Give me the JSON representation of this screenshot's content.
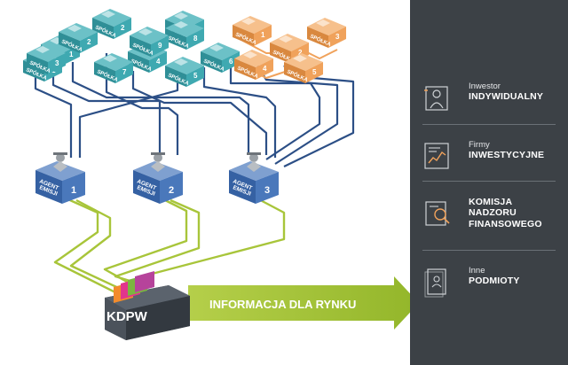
{
  "companies_teal": [
    {
      "label": "SPÓŁKA",
      "num": "1"
    },
    {
      "label": "SPÓŁKA",
      "num": "2"
    },
    {
      "label": "SPÓŁKA",
      "num": "3"
    },
    {
      "label": "SPÓŁKA",
      "num": "4"
    },
    {
      "label": "SPÓŁKA",
      "num": "5"
    },
    {
      "label": "SPÓŁKA",
      "num": "6"
    },
    {
      "label": "SPÓŁKA",
      "num": "7"
    },
    {
      "label": "SPÓŁKA",
      "num": "8"
    },
    {
      "label": "SPÓŁKA",
      "num": "9"
    },
    {
      "label": "SPÓŁKA",
      "num": "1"
    },
    {
      "label": "SPÓŁKA",
      "num": "2"
    },
    {
      "label": "SPÓŁKA",
      "num": "3"
    }
  ],
  "companies_orange": [
    {
      "label": "SPÓŁKA",
      "num": "1"
    },
    {
      "label": "SPÓŁKA",
      "num": "2"
    },
    {
      "label": "SPÓŁKA",
      "num": "3"
    },
    {
      "label": "SPÓŁKA",
      "num": "4"
    },
    {
      "label": "SPÓŁKA",
      "num": "5"
    }
  ],
  "agents": [
    {
      "label_top": "AGENT",
      "label_bottom": "EMISJI",
      "num": "1"
    },
    {
      "label_top": "AGENT",
      "label_bottom": "EMISJI",
      "num": "2"
    },
    {
      "label_top": "AGENT",
      "label_bottom": "EMISJI",
      "num": "3"
    }
  ],
  "kdpw": {
    "label": "KDPW"
  },
  "arrow": {
    "label": "INFORMACJA DLA RYNKU"
  },
  "panel": {
    "entries": [
      {
        "icon": "investor-icon",
        "line1": "Inwestor",
        "line2": "INDYWIDUALNY"
      },
      {
        "icon": "investment-firm-icon",
        "line1": "Firmy",
        "line2": "INWESTYCYJNE"
      },
      {
        "icon": "commission-icon",
        "lines": [
          "KOMISJA",
          "NADZORU",
          "FINANSOWEGO"
        ]
      },
      {
        "icon": "document-icon",
        "line1": "Inne",
        "line2": "PODMIOTY"
      }
    ]
  },
  "colors": {
    "panel_bg": "#3c4146",
    "teal": "#3fa9b1",
    "orange": "#f0a25b",
    "navy": "#2c4f86",
    "agent_blue": "#3f6cae",
    "lime": "#a8c53a",
    "kdpw_gray": "#4e5660"
  }
}
